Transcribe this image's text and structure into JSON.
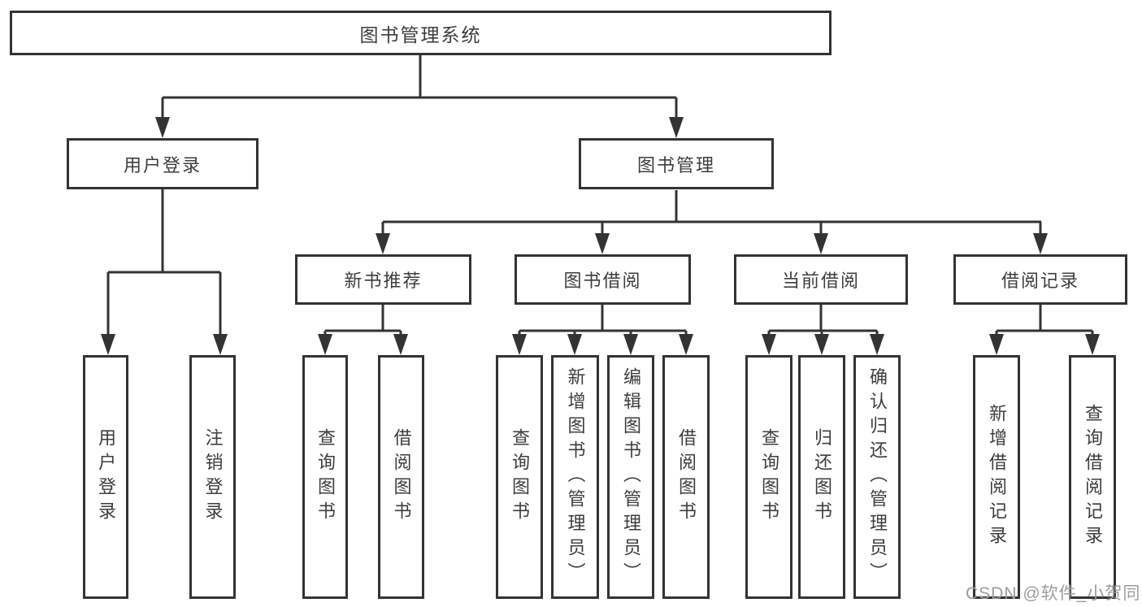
{
  "title": "图书管理系统",
  "watermark": "CSDN @软件_小贺同学",
  "colors": {
    "line": "#333333",
    "text": "#3d3d3d",
    "background": "#ffffff",
    "watermark": "#9c9c9c"
  },
  "tree": {
    "root": "图书管理系统",
    "branches": [
      {
        "label": "用户登录",
        "children": [
          "用户登录",
          "注销登录"
        ]
      },
      {
        "label": "图书管理",
        "groups": [
          {
            "label": "新书推荐",
            "children": [
              "查询图书",
              "借阅图书"
            ]
          },
          {
            "label": "图书借阅",
            "children": [
              "查询图书",
              "新增图书（管理员）",
              "编辑图书（管理员）",
              "借阅图书"
            ]
          },
          {
            "label": "当前借阅",
            "children": [
              "查询图书",
              "归还图书",
              "确认归还（管理员）"
            ]
          },
          {
            "label": "借阅记录",
            "children": [
              "新增借阅记录",
              "查询借阅记录"
            ]
          }
        ]
      }
    ]
  }
}
